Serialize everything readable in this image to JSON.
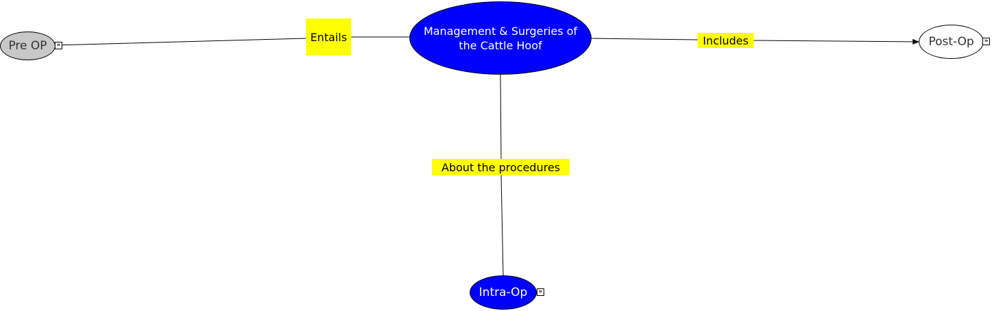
{
  "concept_map": {
    "nodes": {
      "center": {
        "text": "Management & Surgeries of the Cattle Hoof",
        "fill": "#0000ff"
      },
      "pre_op": {
        "text": "Pre OP",
        "fill": "#c8c8c8"
      },
      "post_op": {
        "text": "Post-Op",
        "fill": "#ffffff"
      },
      "intra_op": {
        "text": "Intra-Op",
        "fill": "#0000ff"
      }
    },
    "links": {
      "entails": "Entails",
      "includes": "Includes",
      "about": "About the procedures"
    },
    "expand_glyph": "»",
    "colors": {
      "link_label_bg": "#ffff00",
      "line": "#000000"
    },
    "icons": [
      "expand-icon",
      "arrow-head"
    ]
  }
}
